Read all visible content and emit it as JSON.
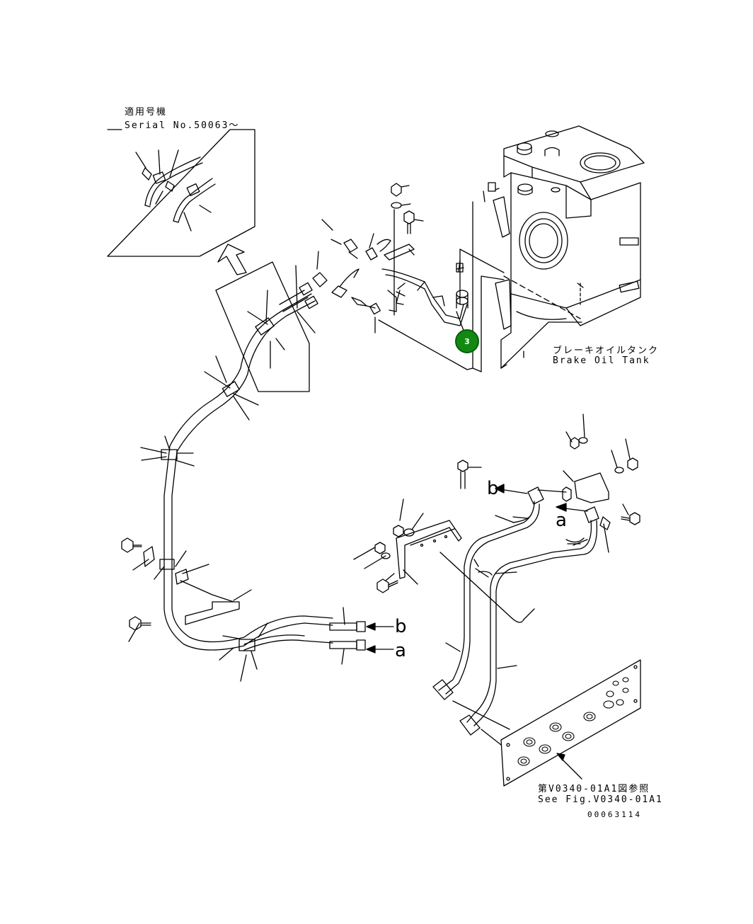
{
  "inset": {
    "applicable_jp": "適用号機",
    "serial": "Serial No.50063～"
  },
  "tank": {
    "label_jp": "ブレーキオイルタンク",
    "label_en": "Brake Oil Tank"
  },
  "refs": {
    "b_arrow_top": "b",
    "a_arrow_top": "a",
    "b_arrow_bottom": "b",
    "a_arrow_bottom": "a"
  },
  "see_fig": {
    "jp": "第V0340-01A1図参照",
    "en": "See Fig.V0340-01A1"
  },
  "callout": {
    "number": "3",
    "color": "#128a12"
  },
  "drawing_number": "00063114"
}
